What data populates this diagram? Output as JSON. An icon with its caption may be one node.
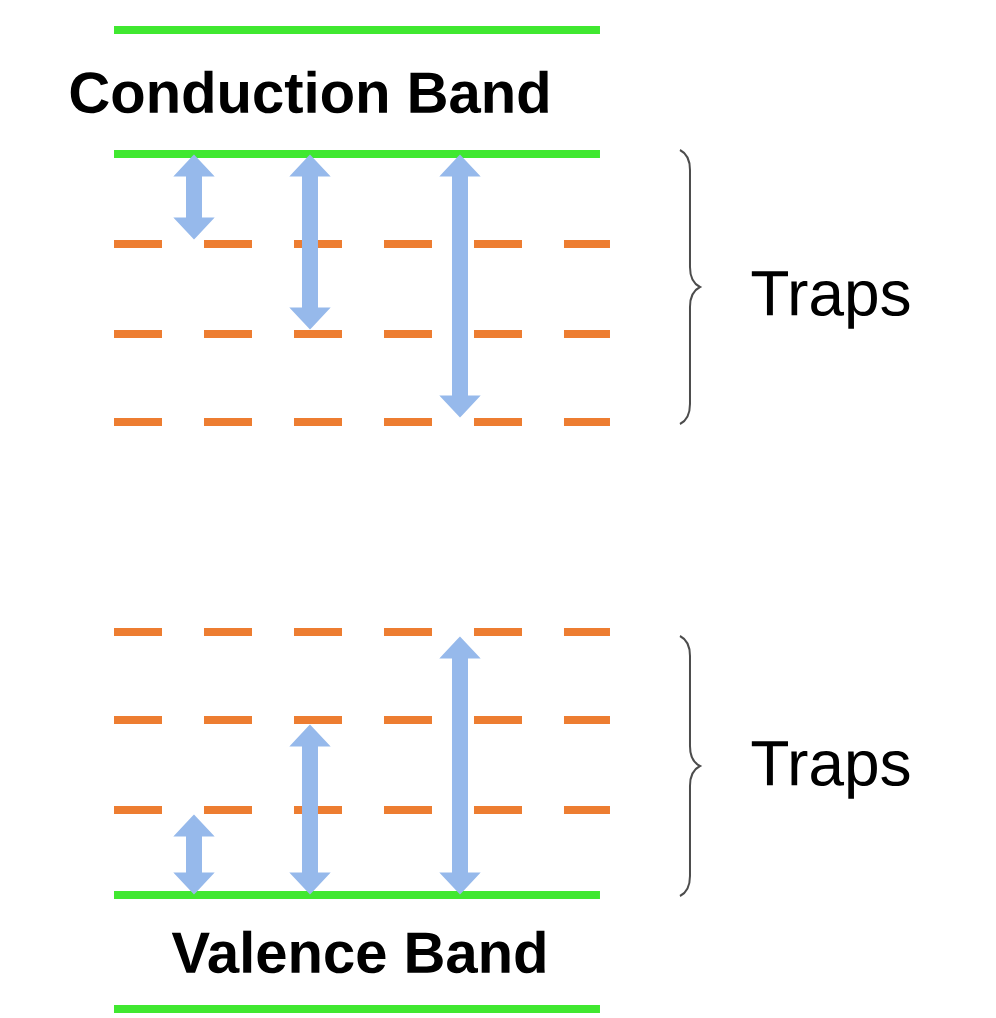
{
  "diagram": {
    "nodes": [
      {
        "text": [
          "Conduction Band"
        ]
      },
      {
        "text": [],
        "shape": "bar"
      },
      {
        "text": [],
        "shape": "bar"
      },
      {
        "text": [],
        "shape": "bar"
      },
      {
        "text": [],
        "shape": "bar"
      },
      {
        "text": [],
        "shape": "bar"
      },
      {
        "text": [],
        "shape": "bar"
      },
      {
        "text": [
          "Valence Band"
        ]
      }
    ],
    "edges": [
      {
        "from": 0,
        "to": 1,
        "arrow": "both"
      },
      {
        "from": 0,
        "to": 2,
        "arrow": "both"
      },
      {
        "from": 0,
        "to": 3,
        "arrow": "both"
      },
      {
        "from": 7,
        "to": 6,
        "arrow": "both"
      },
      {
        "from": 7,
        "to": 5,
        "arrow": "both"
      },
      {
        "from": 7,
        "to": 4,
        "arrow": "both"
      }
    ],
    "labels": [
      "Traps",
      "Traps"
    ]
  }
}
